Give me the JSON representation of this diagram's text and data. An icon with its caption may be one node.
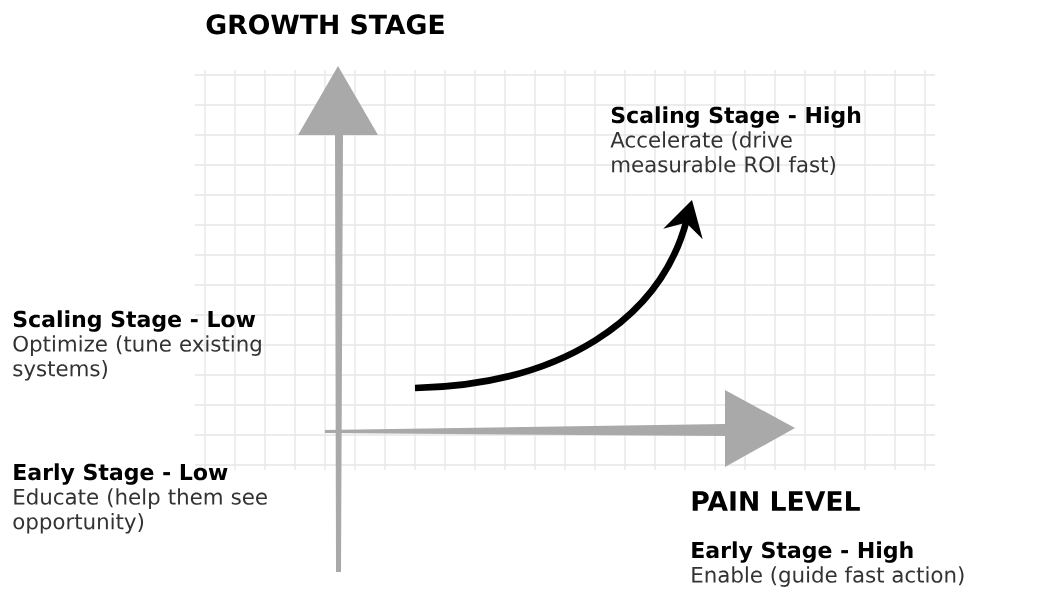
{
  "diagram": {
    "labels": [
      "GROWTH STAGE",
      "Scaling Stage - High",
      "Accelerate (drive measurable ROI fast)",
      "Scaling Stage - Low",
      "Optimize (tune existing systems)",
      "Early Stage - Low",
      "Educate (help them see opportunity)",
      "PAIN LEVEL",
      "Early Stage - High",
      "Enable (guide fast action)"
    ]
  }
}
